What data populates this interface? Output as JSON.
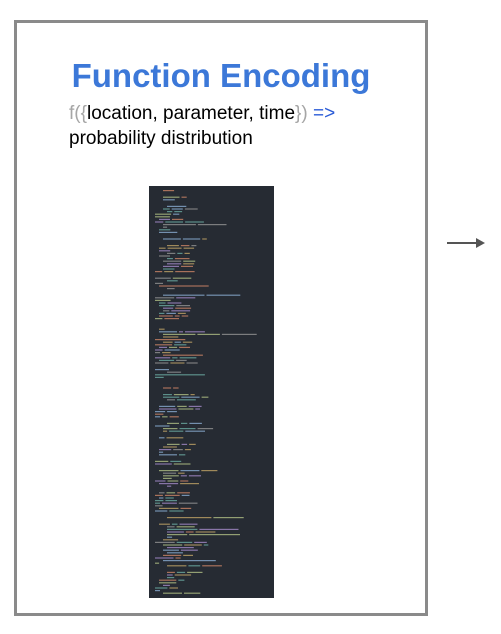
{
  "panel": {
    "title": "Function Encoding",
    "signature": {
      "fn_open": "f(",
      "brace_open": "{",
      "params": "location, parameter, time",
      "brace_close": "}",
      "close_paren": ")",
      "arrow": " =>",
      "result": "probability distribution"
    }
  },
  "colors": {
    "title": "#3c78d8",
    "muted": "#a6a6a6",
    "arrow_operator": "#2a5bd7",
    "code_background": "#262b33",
    "panel_border": "#8a8a8a"
  },
  "connector": {
    "icon": "arrow-right-icon"
  }
}
